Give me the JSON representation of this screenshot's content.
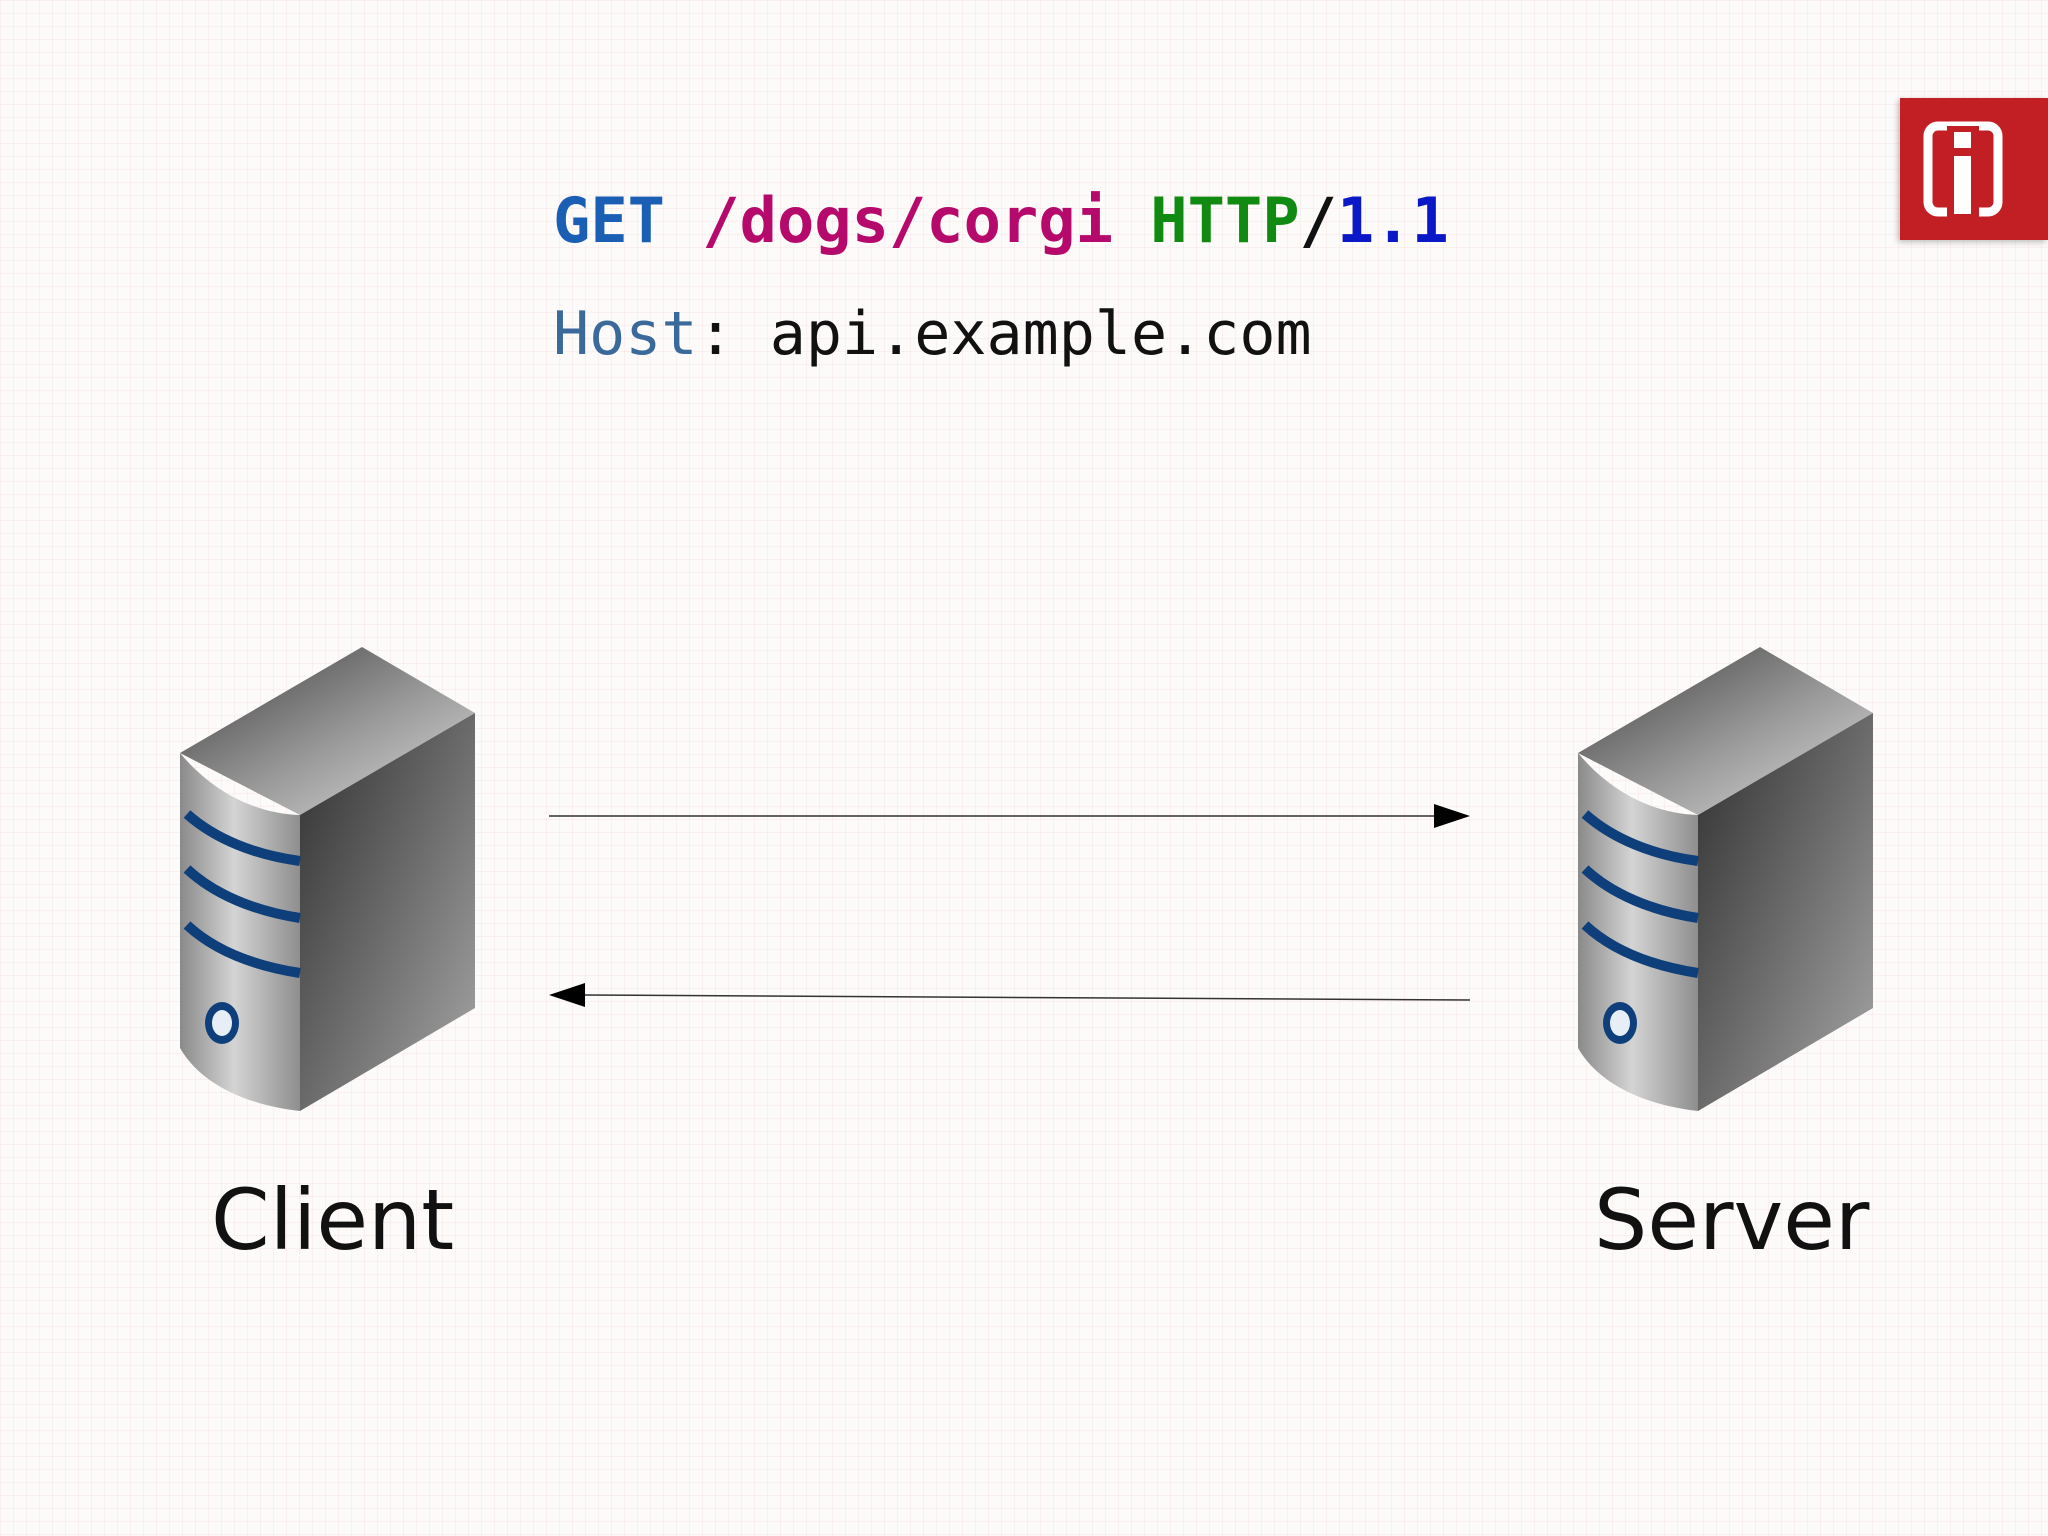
{
  "request": {
    "method": "GET",
    "path": "/dogs/corgi",
    "protocol": "HTTP",
    "separator": "/",
    "version": "1.1",
    "header_name": "Host",
    "header_colon": ":",
    "header_value": "api.example.com"
  },
  "nodes": {
    "client_label": "Client",
    "server_label": "Server"
  },
  "arrows": [
    {
      "from": "client",
      "to": "server",
      "direction": "right"
    },
    {
      "from": "server",
      "to": "client",
      "direction": "left"
    }
  ],
  "icons": {
    "logo": "info-logo-icon",
    "client": "server-tower-icon",
    "server": "server-tower-icon"
  },
  "colors": {
    "method": "#1a5fb4",
    "path": "#b5096b",
    "protocol": "#108a10",
    "version": "#0a18c8",
    "header_name": "#3a6a9a",
    "header_value": "#111111",
    "logo_bg": "#c21f24",
    "tower_stripes": "#0e3f7a"
  }
}
